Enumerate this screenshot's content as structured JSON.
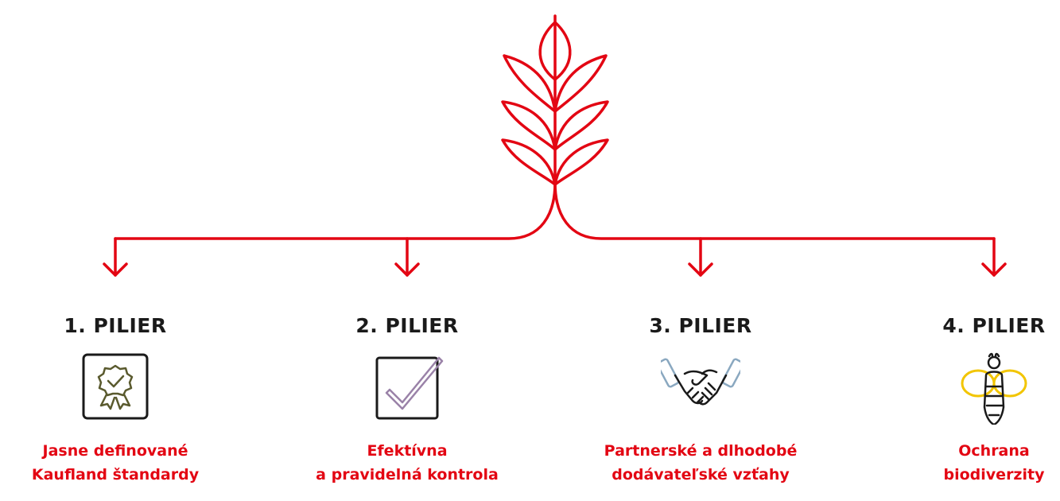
{
  "colors": {
    "accent": "#e30613",
    "text": "#1a1a1a"
  },
  "pillars": [
    {
      "title": "1. PILIER",
      "icon": "certificate-badge-icon",
      "icon_color": "#5a5a2e",
      "desc_line1": "Jasne definované",
      "desc_line2": "Kaufland štandardy"
    },
    {
      "title": "2. PILIER",
      "icon": "checkbox-check-icon",
      "icon_color": "#9a82a8",
      "desc_line1": "Efektívna",
      "desc_line2": "a pravidelná kontrola"
    },
    {
      "title": "3. PILIER",
      "icon": "handshake-icon",
      "icon_color": "#8aa8c0",
      "desc_line1": "Partnerské a dlhodobé",
      "desc_line2": "dodávateľské vzťahy"
    },
    {
      "title": "4. PILIER",
      "icon": "bee-icon",
      "icon_color": "#f2c500",
      "desc_line1": "Ochrana",
      "desc_line2": "biodiverzity"
    }
  ]
}
